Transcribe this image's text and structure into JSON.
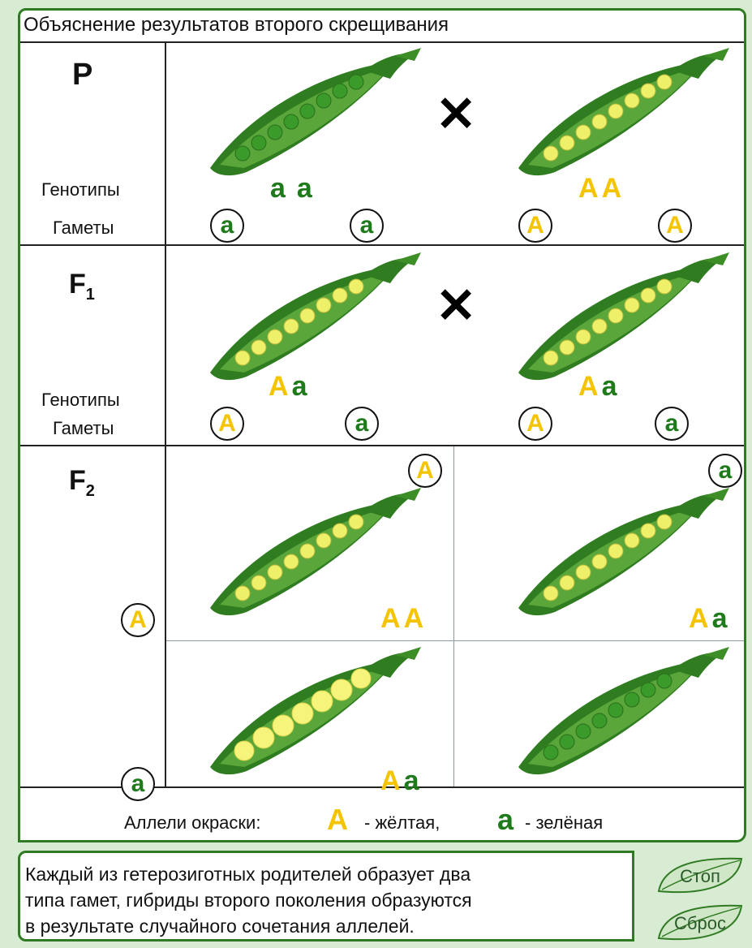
{
  "panel": {
    "title": "Объяснение результатов второго скрещивания"
  },
  "rows": {
    "p": {
      "label": "P",
      "genotype_label": "Генотипы",
      "gametes_label": "Гаметы",
      "left_genotype": [
        "a",
        "a"
      ],
      "right_genotype": [
        "A",
        "A"
      ],
      "left_gametes": [
        "a",
        "a"
      ],
      "right_gametes": [
        "A",
        "A"
      ]
    },
    "f1": {
      "label": "F",
      "label_sub": "1",
      "genotype_label": "Генотипы",
      "gametes_label": "Гаметы",
      "left_genotype": [
        "A",
        "a"
      ],
      "right_genotype": [
        "A",
        "a"
      ],
      "left_gametes": [
        "A",
        "a"
      ],
      "right_gametes": [
        "A",
        "a"
      ]
    },
    "f2": {
      "label": "F",
      "label_sub": "2",
      "col_gametes": [
        "A",
        "a"
      ],
      "row_gametes": [
        "A",
        "a"
      ],
      "cells": [
        {
          "genotype": [
            "A",
            "A"
          ]
        },
        {
          "genotype": [
            "A",
            "a"
          ]
        },
        {
          "genotype": [
            "A",
            "a"
          ]
        },
        {
          "genotype": []
        }
      ]
    }
  },
  "legend": {
    "prefix": "Аллели окраски:",
    "dominant_letter": "A",
    "dominant_text": "- жёлтая,",
    "recessive_letter": "a",
    "recessive_text": "- зелёная"
  },
  "message": {
    "line1": "Каждый из гетерозиготных родителей образует два",
    "line2": "типа гамет, гибриды второго поколения образуются",
    "line3": "в результате случайного сочетания аллелей."
  },
  "buttons": {
    "stop": "Стоп",
    "reset": "Сброс"
  },
  "colors": {
    "dominant_yellow": "#f5c400",
    "recessive_green": "#1e7a1a",
    "pod_green": "#3f8f2a",
    "frame_green": "#2f7a22",
    "background": "#d7ecd2"
  }
}
